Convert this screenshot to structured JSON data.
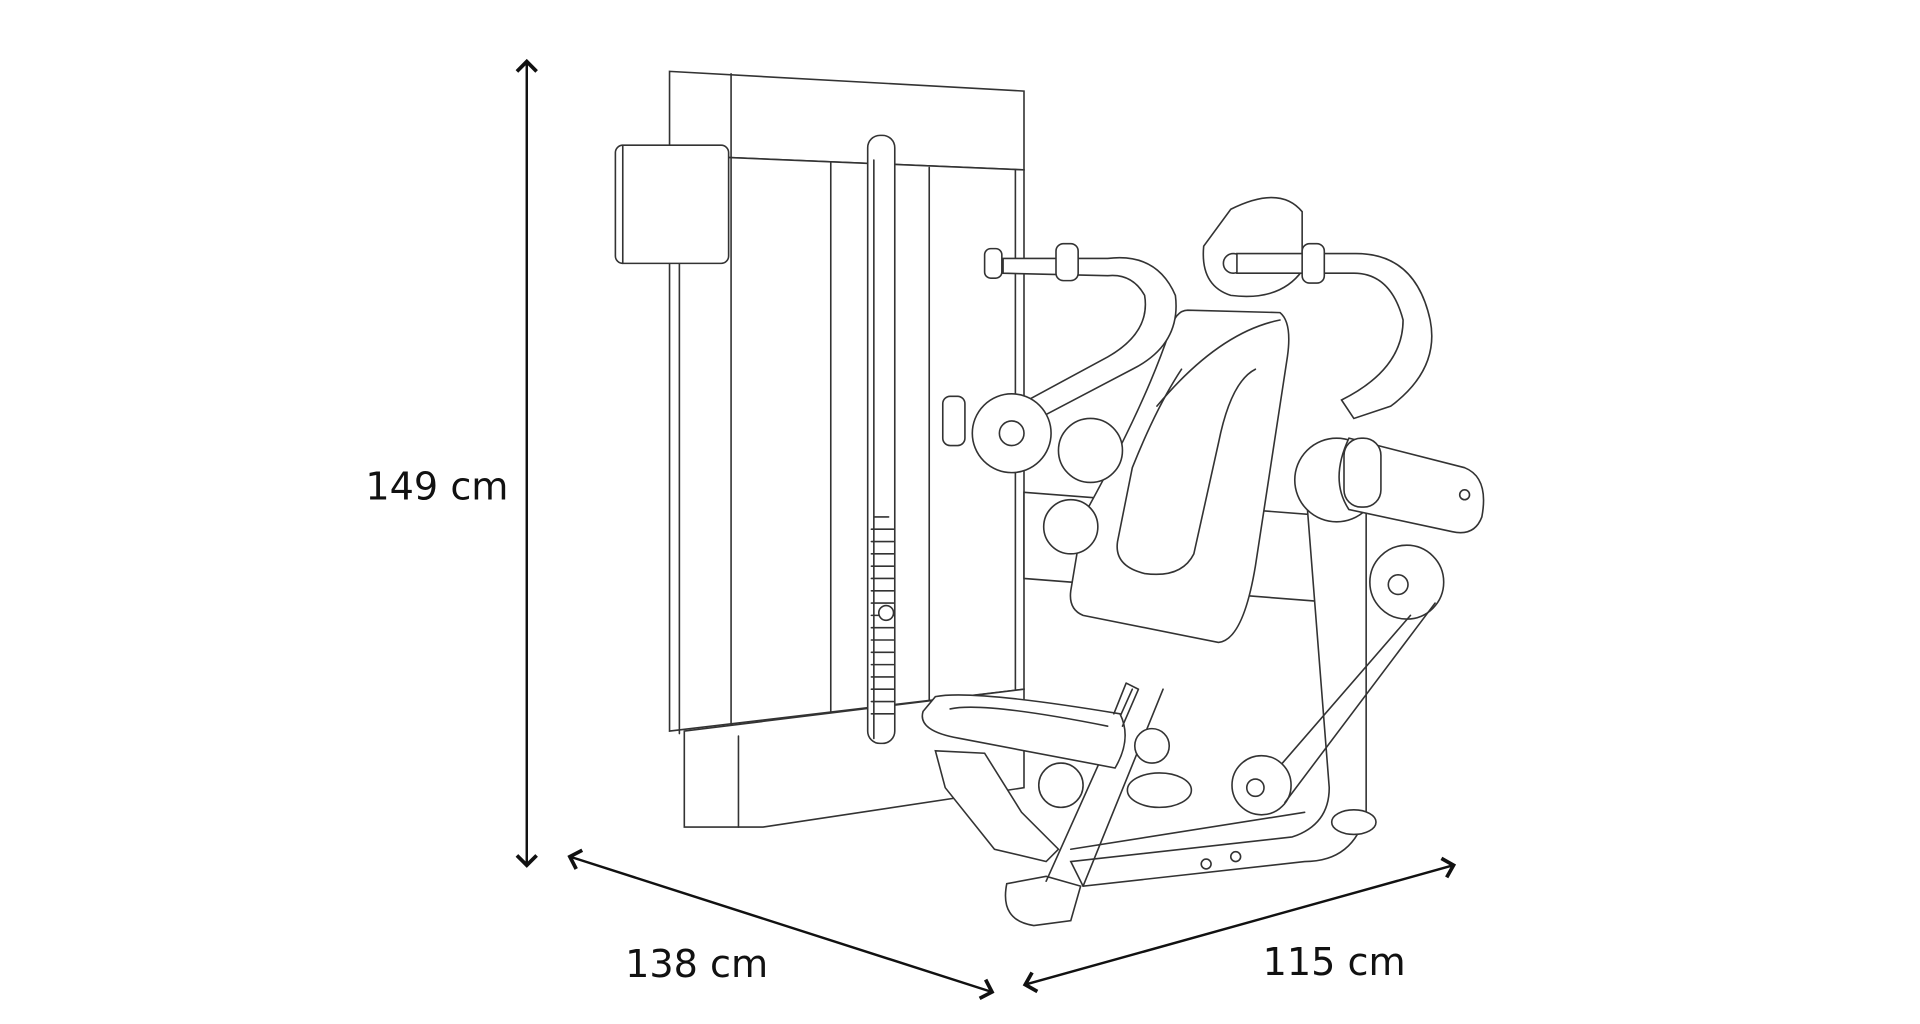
{
  "dimensions": {
    "height_label": "149 cm",
    "depth_label": "138 cm",
    "width_label": "115 cm"
  },
  "colors": {
    "line": "#333333",
    "background": "#ffffff"
  }
}
